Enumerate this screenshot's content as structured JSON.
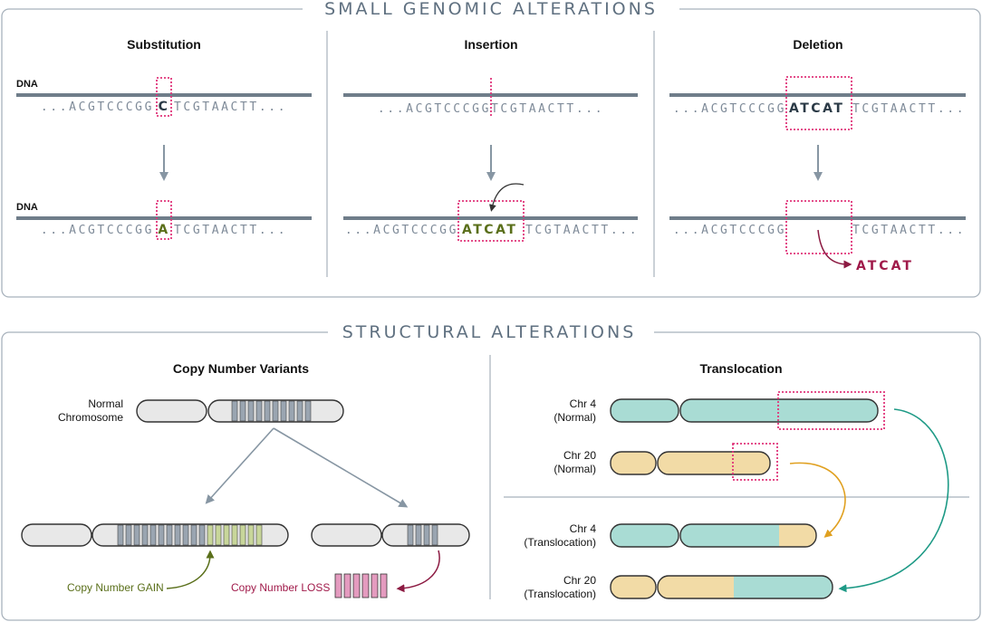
{
  "small": {
    "title": "SMALL GENOMIC ALTERATIONS",
    "substitution": {
      "title": "Substitution",
      "dna_top": "DNA",
      "dna_bottom": "DNA",
      "seq_left": "...ACGTCCCGG",
      "orig_base": "C",
      "new_base": "A",
      "seq_right": "TCGTAACTT..."
    },
    "insertion": {
      "title": "Insertion",
      "seq_top": "...ACGTCCCGGTCGTAACTT...",
      "seq_left": "...ACGTCCCGG",
      "inserted": "ATCAT",
      "seq_right": "TCGTAACTT..."
    },
    "deletion": {
      "title": "Deletion",
      "seq_left": "...ACGTCCCGG",
      "deleted": "ATCAT",
      "seq_right": "TCGTAACTT...",
      "removed": "ATCAT"
    }
  },
  "structural": {
    "title": "STRUCTURAL ALTERATIONS",
    "cnv": {
      "title": "Copy Number Variants",
      "normal_label_1": "Normal",
      "normal_label_2": "Chromosome",
      "gain_label": "Copy Number GAIN",
      "loss_label": "Copy Number LOSS"
    },
    "translocation": {
      "title": "Translocation",
      "chr4_normal_1": "Chr 4",
      "chr4_normal_2": "(Normal)",
      "chr20_normal_1": "Chr 20",
      "chr20_normal_2": "(Normal)",
      "chr4_trans_1": "Chr 4",
      "chr4_trans_2": "(Translocation)",
      "chr20_trans_1": "Chr 20",
      "chr20_trans_2": "(Translocation)"
    }
  },
  "colors": {
    "frame": "#a8b2bc",
    "dna_line": "#6f7d8a",
    "highlight": "#e0357a",
    "teal": "#a9dcd4",
    "yellow": "#f2dba6",
    "gain": "#c8d69a",
    "loss": "#e49bbf",
    "band": "#9aa5b1",
    "chrom_gray": "#e8e8e8"
  }
}
